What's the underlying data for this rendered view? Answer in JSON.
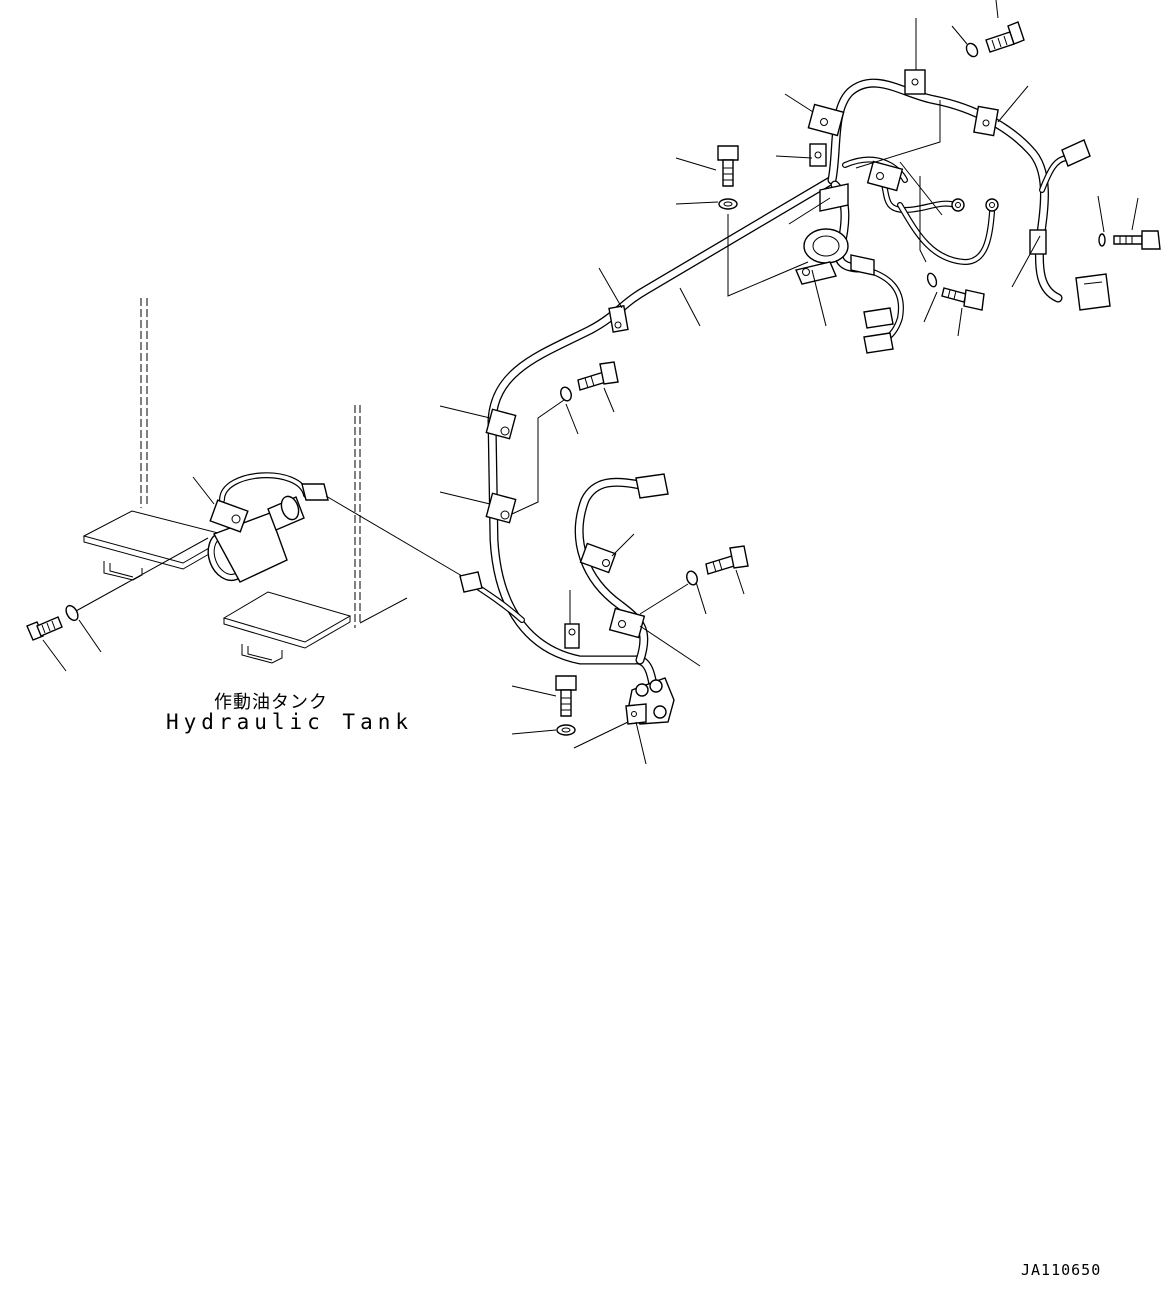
{
  "labels": {
    "tank_jp": "作動油タンク",
    "tank_en": "Hydraulic Tank",
    "drawing_code": "JA110650"
  },
  "colors": {
    "line": "#000000",
    "background": "#ffffff"
  }
}
